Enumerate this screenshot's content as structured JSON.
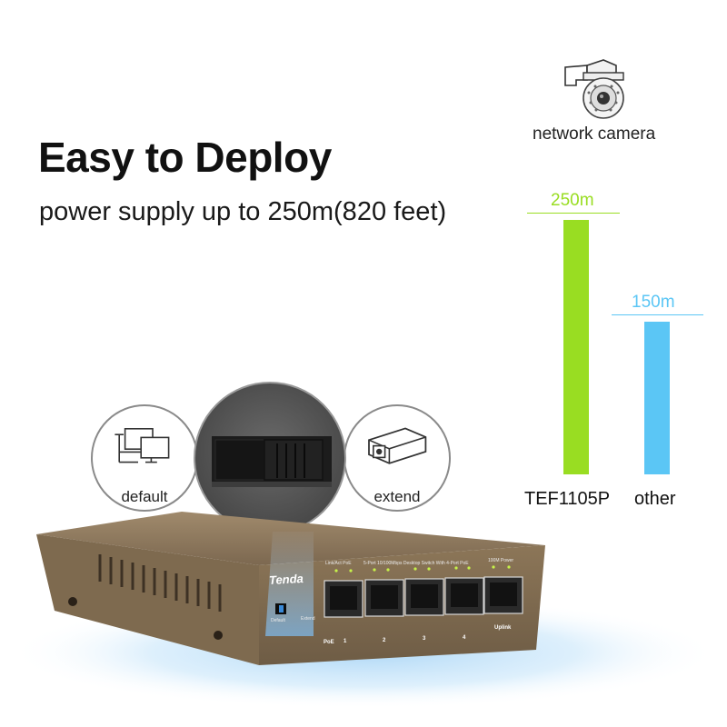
{
  "headline": "Easy to Deploy",
  "subheadline": "power supply up to 250m(820 feet)",
  "camera": {
    "label": "network camera",
    "icon": "dome-camera-icon"
  },
  "chart_data": {
    "type": "bar",
    "categories": [
      "TEF1105P",
      "other"
    ],
    "values": [
      250,
      150
    ],
    "value_labels": [
      "250m",
      "150m"
    ],
    "colors": [
      "#99dd22",
      "#5bc6f5"
    ],
    "ylim": [
      0,
      280
    ]
  },
  "modes": [
    {
      "label": "default",
      "icon": "computer-monitors-icon"
    },
    {
      "label": "extend",
      "icon": "bullet-camera-icon"
    }
  ],
  "device": {
    "brand": "Tenda",
    "model_text": "5-Port 10/100Mbps Desktop Switch With 4-Port PoE",
    "led_group_1": "Link/Act  PoE",
    "led_group_2": "100M  Power",
    "switch_default": "Default",
    "switch_extend": "Extend",
    "port_labels": [
      "PoE",
      "1",
      "2",
      "3",
      "4",
      "Uplink"
    ]
  },
  "colors": {
    "bar_primary": "#99dd22",
    "bar_secondary": "#5bc6f5",
    "device_body": "#8a7558"
  }
}
